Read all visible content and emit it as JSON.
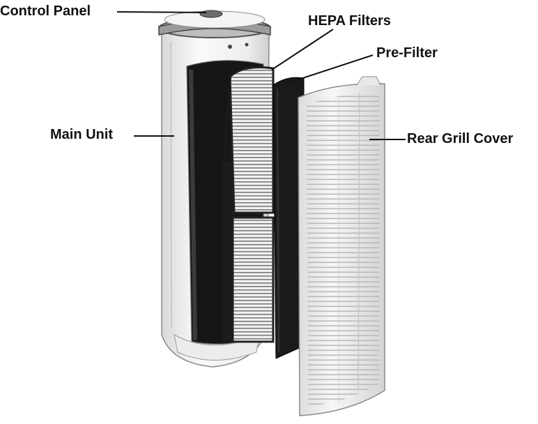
{
  "diagram": {
    "labels": {
      "control_panel": "Control Panel",
      "hepa_filters": "HEPA Filters",
      "pre_filter": "Pre-Filter",
      "main_unit": "Main Unit",
      "rear_grill_cover": "Rear Grill Cover"
    },
    "colors": {
      "unit_body": "#f2f2f0",
      "outline": "#8a8a8a",
      "filter_dark": "#1c1c1c",
      "pleat_light": "#e8e8e8",
      "leader_line": "#111111"
    }
  }
}
